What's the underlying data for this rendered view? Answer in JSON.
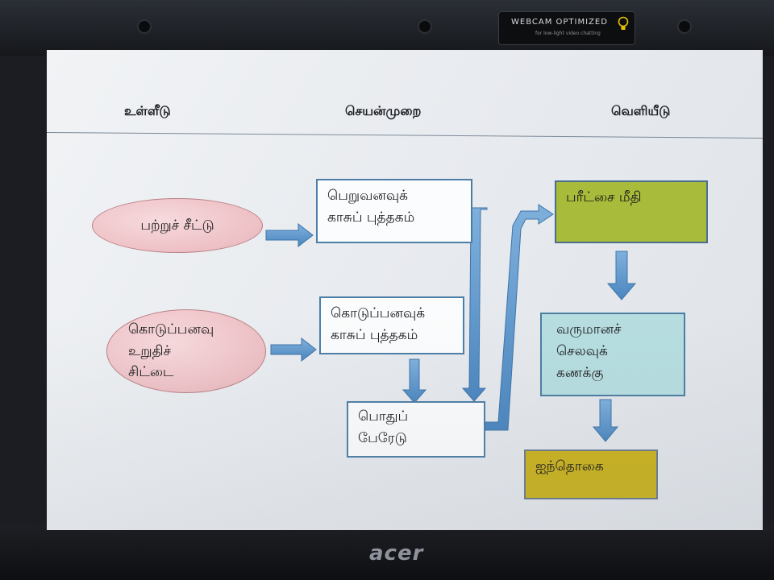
{
  "device": {
    "webcam_badge_title": "WEBCAM OPTIMIZED",
    "webcam_badge_subtitle": "for low-light video chatting",
    "brand": "acer"
  },
  "slide": {
    "headers": {
      "input": "உள்ளீடு",
      "process": "செயன்முறை",
      "output": "வெளியீடு"
    },
    "inputs": {
      "credit_note": "பற்றுச் சீட்டு",
      "payment_voucher": "கொடுப்பனவு\nஉறுதிச்\nசிட்டை"
    },
    "process": {
      "receipts_cash_book": "பெறுவனவுக்\nகாசுப் புத்தகம்",
      "payments_cash_book": "கொடுப்பனவுக்\nகாசுப் புத்தகம்",
      "general_ledger": "பொதுப்\nபேரேடு"
    },
    "outputs": {
      "trial_balance": "பரீட்சை மீதி",
      "income_expenditure": "வருமானச்\nசெலவுக்\nகணக்கு",
      "balance_sheet": "ஐந்தொகை"
    },
    "colors": {
      "ellipse_fill": "#edc0c5",
      "box_border": "#4d7fa6",
      "arrow": "#5e95c8",
      "trial_balance_fill": "#a8bb3a",
      "income_expenditure_fill": "#b6dde0",
      "balance_sheet_fill": "#c9b21f"
    }
  }
}
